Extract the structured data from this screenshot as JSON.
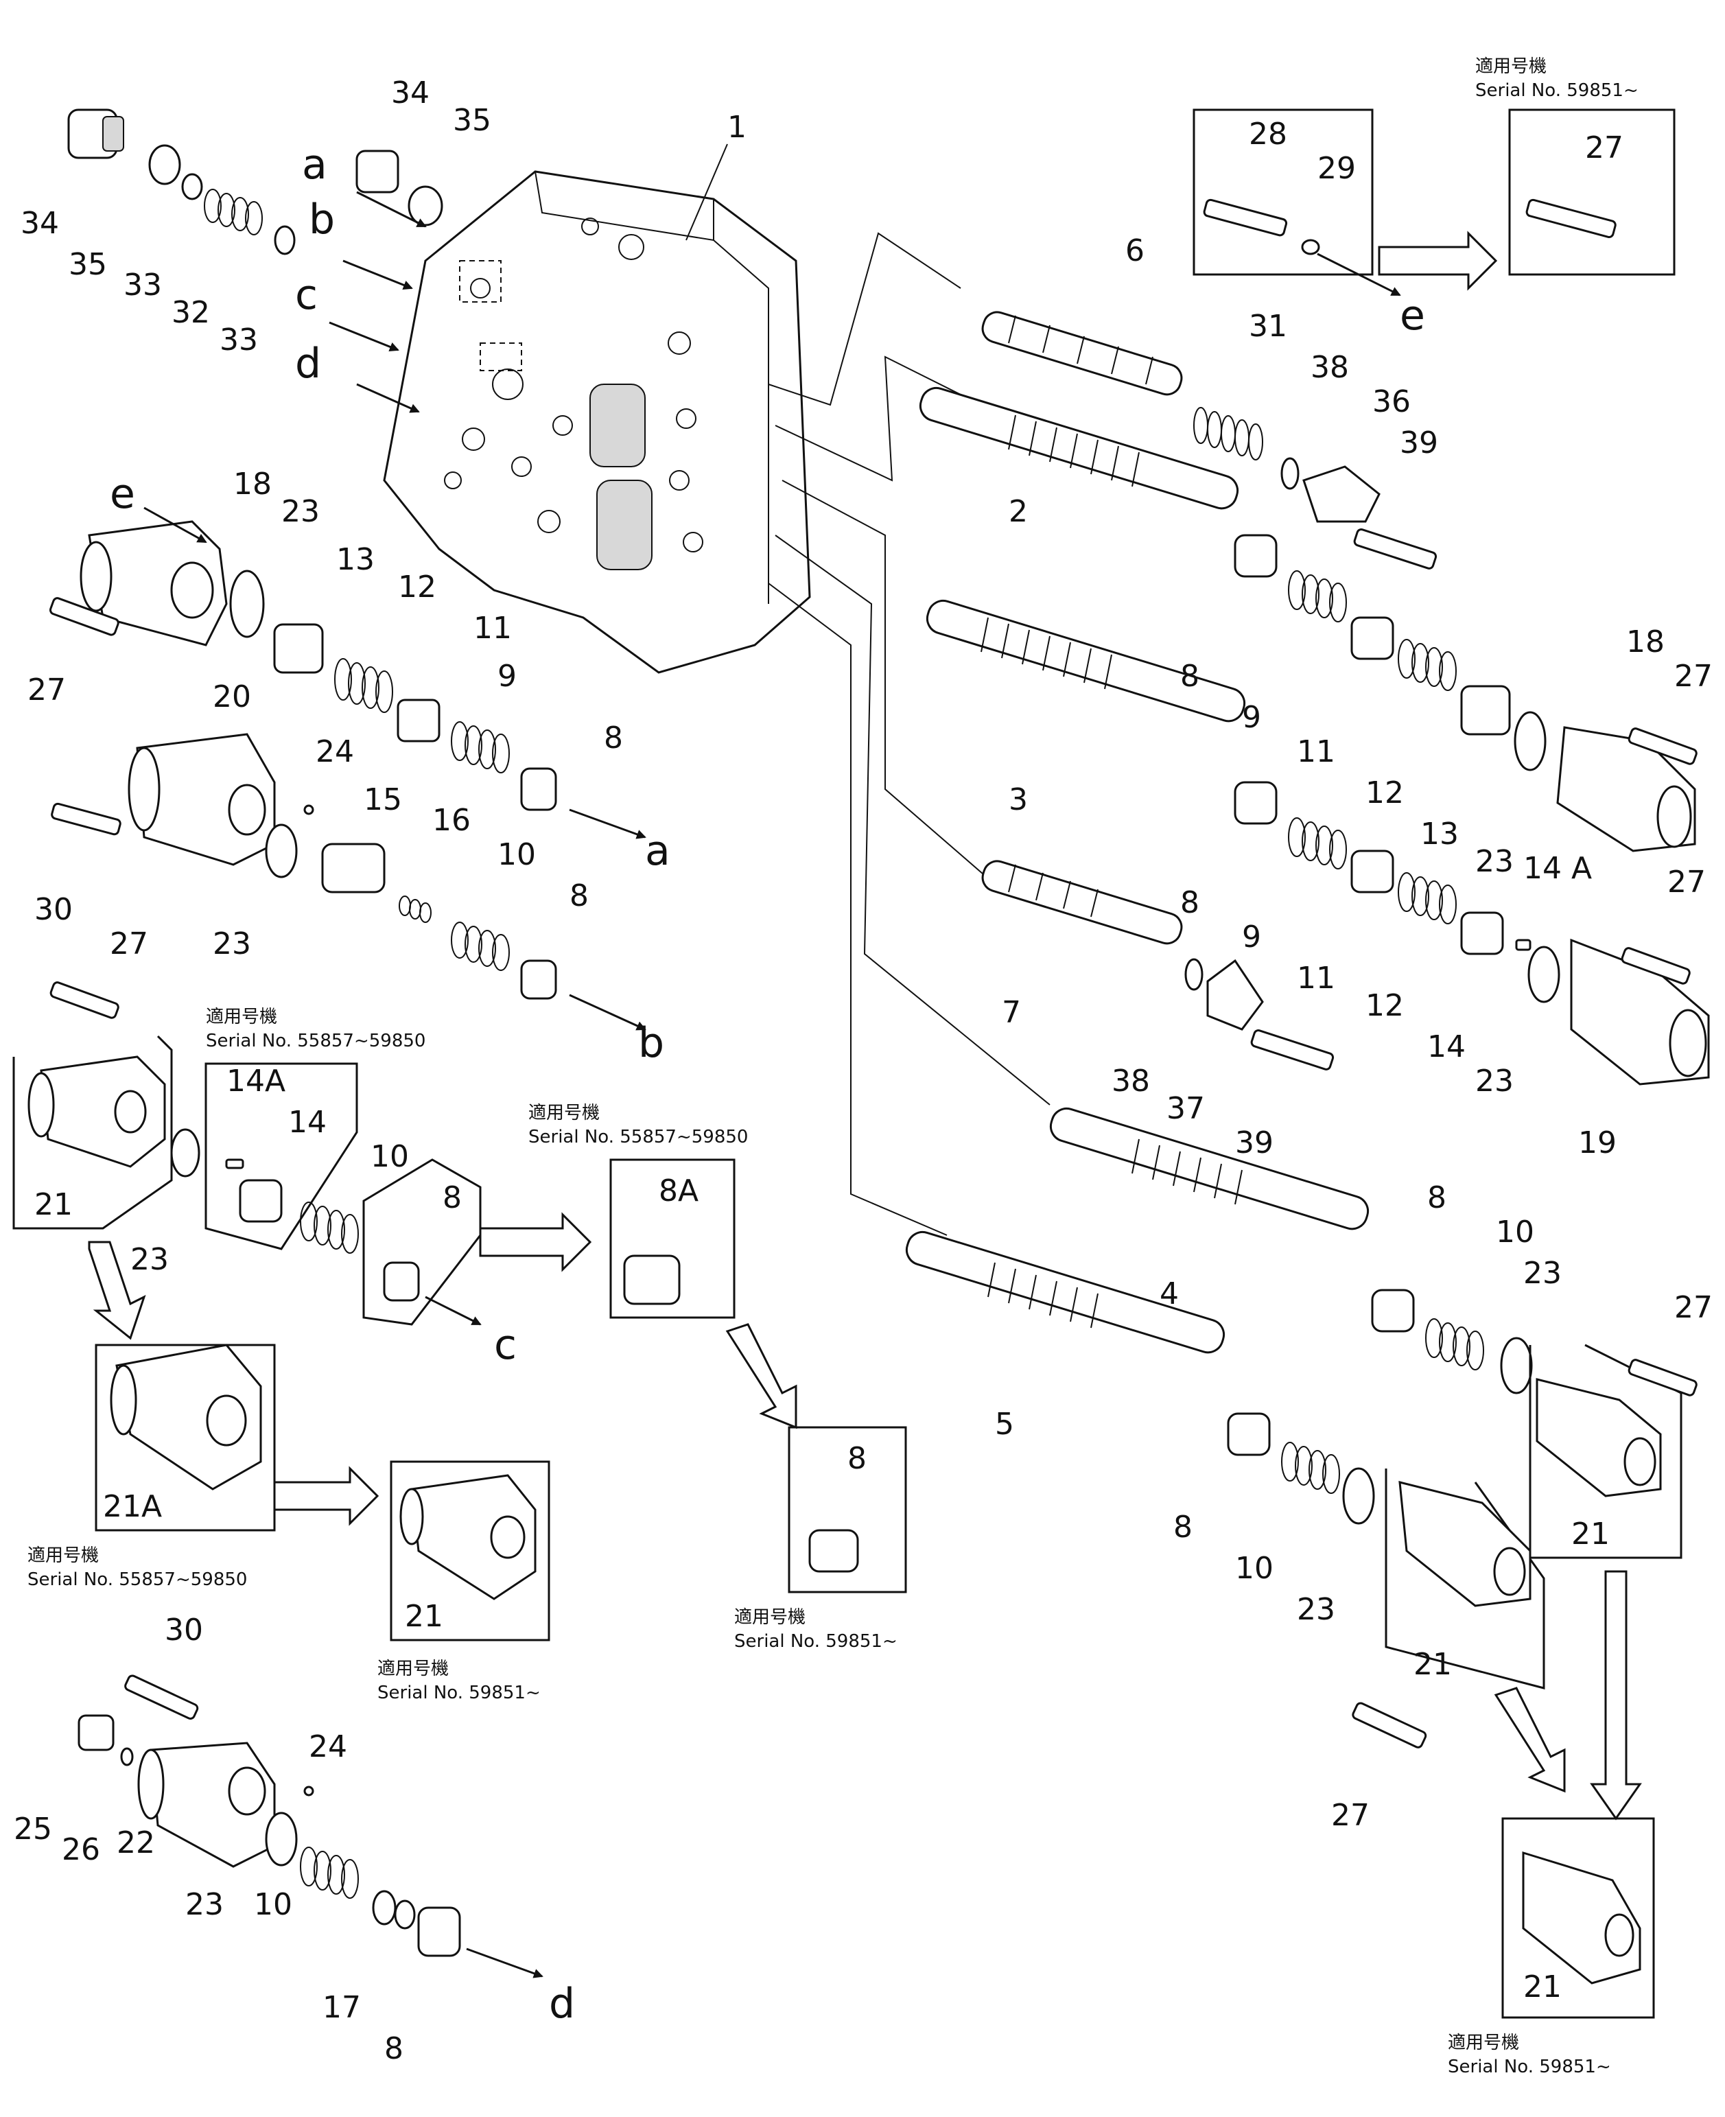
{
  "serial_notes": {
    "title": "適用号機",
    "range_a": "Serial  No. 59851~",
    "range_b": "Serial  No. 55857~59850"
  },
  "callouts": {
    "p1": "1",
    "p2": "2",
    "p3": "3",
    "p4": "4",
    "p5": "5",
    "p6": "6",
    "p7": "7",
    "p8": "8",
    "p8A": "8A",
    "p9": "9",
    "p10": "10",
    "p11": "11",
    "p12": "12",
    "p13": "13",
    "p14": "14",
    "p14A": "14A",
    "p14A_spaced": "14 A",
    "p15": "15",
    "p16": "16",
    "p17": "17",
    "p18": "18",
    "p19": "19",
    "p20": "20",
    "p21": "21",
    "p21A": "21A",
    "p22": "22",
    "p23": "23",
    "p24": "24",
    "p25": "25",
    "p26": "26",
    "p27": "27",
    "p28": "28",
    "p29": "29",
    "p30": "30",
    "p31": "31",
    "p32": "32",
    "p33": "33",
    "p34": "34",
    "p35": "35",
    "p36": "36",
    "p37": "37",
    "p38": "38",
    "p39": "39"
  },
  "letters": {
    "a": "a",
    "b": "b",
    "c": "c",
    "d": "d",
    "e": "e"
  }
}
